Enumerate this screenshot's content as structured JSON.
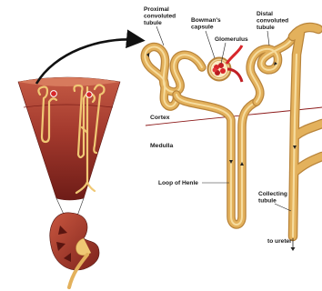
{
  "labels": {
    "proximal_line1": "Proximal",
    "proximal_line2": "convoluted",
    "proximal_line3": "tubule",
    "bowman_line1": "Bowman's",
    "bowman_line2": "capsule",
    "glomerulus": "Glomerulus",
    "distal_line1": "Distal",
    "distal_line2": "convoluted",
    "distal_line3": "tubule",
    "cortex": "Cortex",
    "medulla": "Medulla",
    "loop_of_henle": "Loop of Henle",
    "collecting_line1": "Collecting",
    "collecting_line2": "tubule",
    "to_ureter": "to ureter"
  },
  "colors": {
    "tubule": "#e3b15c",
    "tubule_light": "#f3d08a",
    "tubule_dark": "#b9843a",
    "cortex_tissue": "#b34a3a",
    "medulla_tissue": "#8a2a22",
    "blood_red": "#d8262a",
    "boundary_line": "#8c1a1a",
    "arrow": "#111111"
  }
}
